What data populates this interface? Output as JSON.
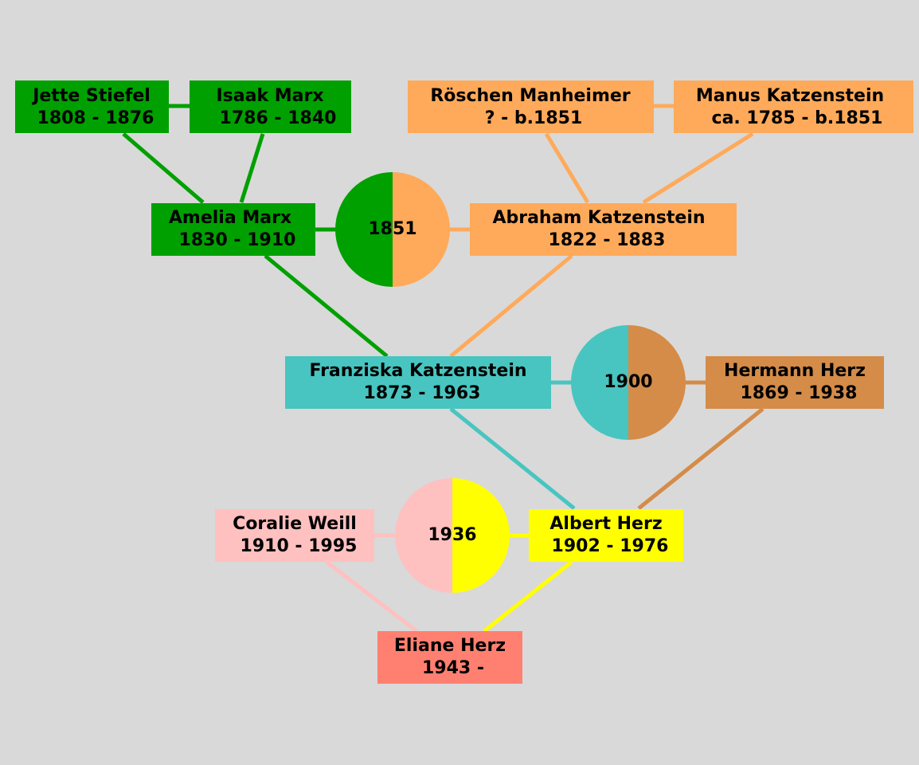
{
  "colors": {
    "green": "#00a000",
    "orange": "#ffaa5a",
    "teal": "#48c5c0",
    "brown": "#d48c48",
    "pink": "#ffc0c0",
    "yellow": "#ffff00",
    "salmon": "#ff8070",
    "background": "#d9d9d9"
  },
  "people": {
    "jette": {
      "name": "Jette Stiefel",
      "dates": "1808 - 1876"
    },
    "isaak": {
      "name": "Isaak Marx",
      "dates": "1786 - 1840"
    },
    "roeschen": {
      "name": "Röschen Manheimer",
      "dates": "? - b.1851"
    },
    "manus": {
      "name": "Manus Katzenstein",
      "dates": "ca. 1785 - b.1851"
    },
    "amelia": {
      "name": "Amelia Marx",
      "dates": "1830 - 1910"
    },
    "abraham": {
      "name": "Abraham Katzenstein",
      "dates": "1822 - 1883"
    },
    "franziska": {
      "name": "Franziska Katzenstein",
      "dates": "1873 - 1963"
    },
    "hermann": {
      "name": "Hermann Herz",
      "dates": "1869 - 1938"
    },
    "coralie": {
      "name": "Coralie Weill",
      "dates": "1910 - 1995"
    },
    "albert": {
      "name": "Albert Herz",
      "dates": "1902 - 1976"
    },
    "eliane": {
      "name": "Eliane Herz",
      "dates": "1943 -"
    }
  },
  "marriages": {
    "m1851": "1851",
    "m1900": "1900",
    "m1936": "1936"
  }
}
